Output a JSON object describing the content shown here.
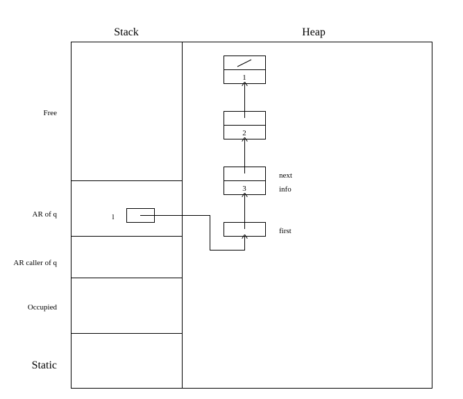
{
  "headers": {
    "stack": "Stack",
    "heap": "Heap"
  },
  "stack_regions": {
    "free": "Free",
    "ar_of_q": "AR of q",
    "ar_caller_of_q": "AR caller of q",
    "occupied": "Occupied",
    "static": "Static"
  },
  "variable": {
    "name": "l"
  },
  "heap_nodes": [
    {
      "info": "1",
      "next_is_null": true
    },
    {
      "info": "2",
      "next_is_null": false
    },
    {
      "info": "3",
      "next_is_null": false
    }
  ],
  "heap_labels": {
    "next": "next",
    "info": "info",
    "first": "first"
  }
}
